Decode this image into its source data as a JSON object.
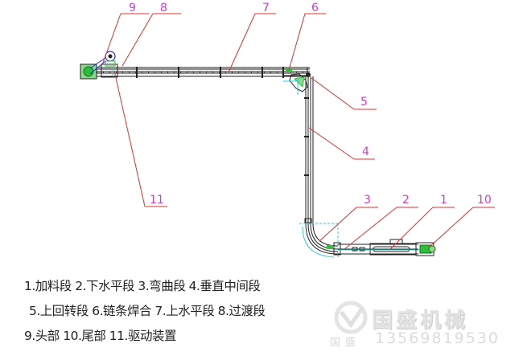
{
  "diagram": {
    "type": "chain conveyor layout (Z-type / L-type scraper conveyor)",
    "callouts": [
      {
        "id": "1",
        "label": "1"
      },
      {
        "id": "2",
        "label": "2"
      },
      {
        "id": "3",
        "label": "3"
      },
      {
        "id": "4",
        "label": "4"
      },
      {
        "id": "5",
        "label": "5"
      },
      {
        "id": "6",
        "label": "6"
      },
      {
        "id": "7",
        "label": "7"
      },
      {
        "id": "8",
        "label": "8"
      },
      {
        "id": "9",
        "label": "9"
      },
      {
        "id": "10",
        "label": "10"
      },
      {
        "id": "11",
        "label": "11"
      }
    ],
    "colors": {
      "leader_line": "#e03030",
      "callout_text": "#d23ad2",
      "structure": "#222222",
      "accent_green": "#2bbf3a",
      "accent_cyan": "#2ad0d0",
      "accent_blue": "#2030d0"
    }
  },
  "legend": {
    "line1": "1.加料段 2.下水平段 3.弯曲段 4.垂直中间段",
    "line2": "5.上回转段 6.链条焊合 7.上水平段 8.过渡段",
    "line3": "9.头部 10.尾部 11.驱动装置"
  },
  "watermark": {
    "company": "国盛机械",
    "phone": "13569819530",
    "small_text": "国盛"
  }
}
